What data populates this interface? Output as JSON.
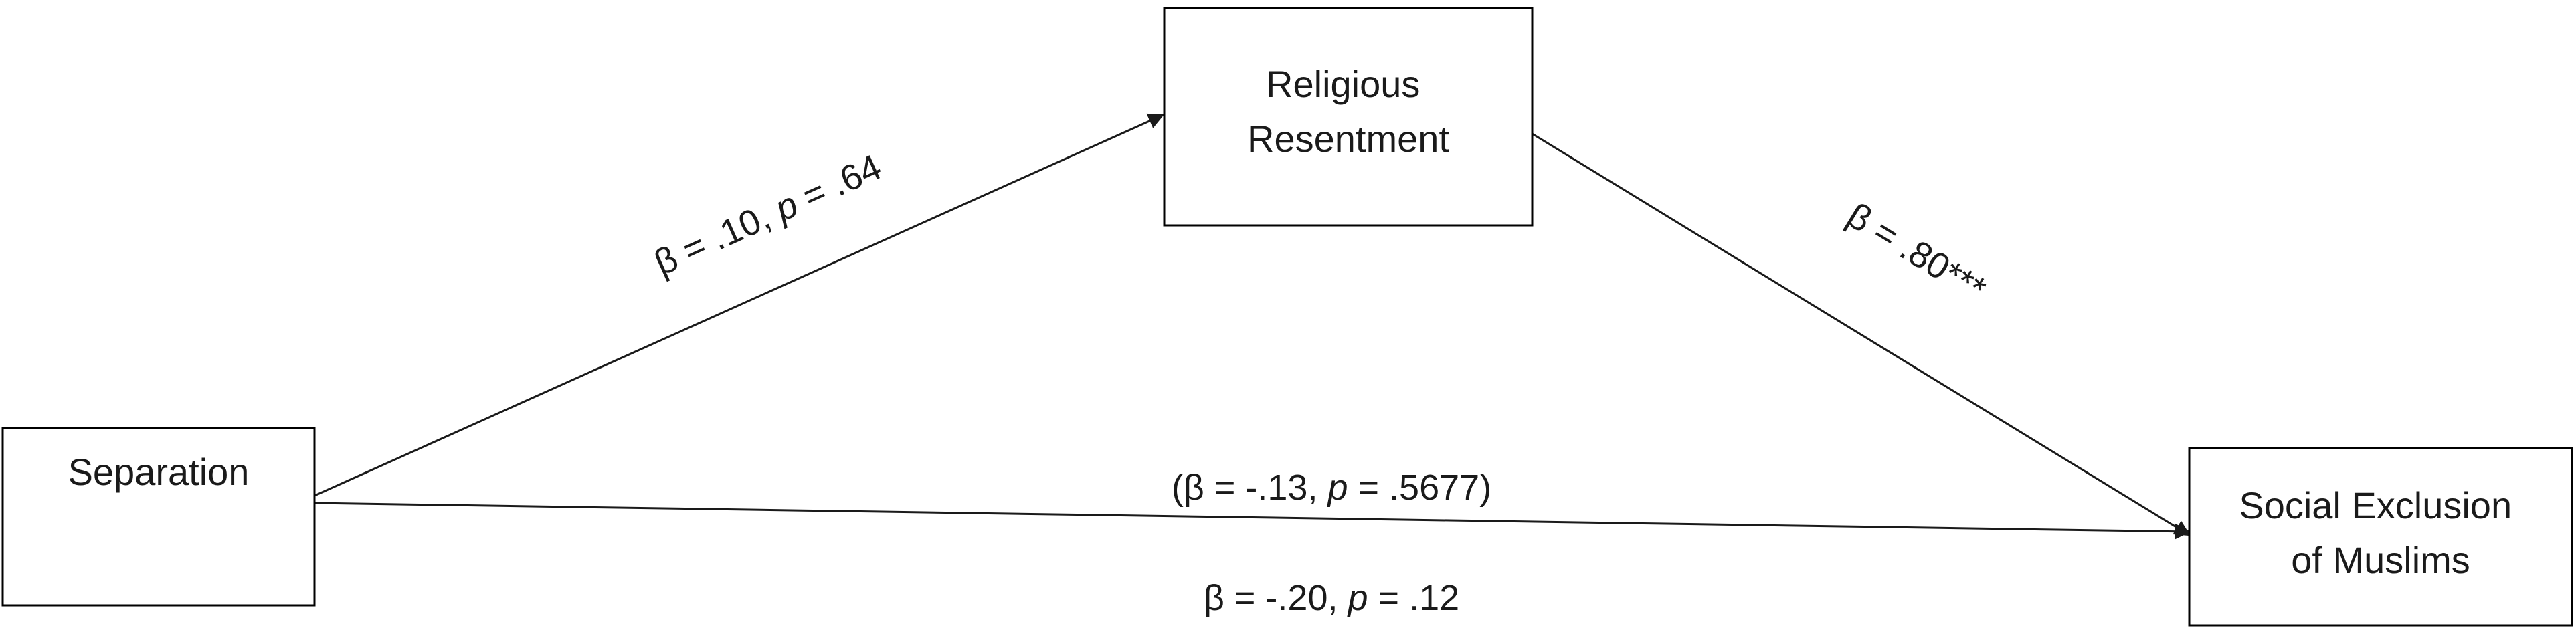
{
  "nodes": {
    "separation": {
      "lines": [
        "Separation"
      ]
    },
    "resentment": {
      "lines": [
        "Religious",
        "Resentment"
      ]
    },
    "exclusion": {
      "lines": [
        "Social Exclusion",
        "of Muslims"
      ]
    }
  },
  "edges": {
    "a_path": {
      "pre": "β = .10, ",
      "italic": "p",
      "post": " = .64"
    },
    "b_path": {
      "pre": "β = .80***",
      "italic": "",
      "post": ""
    },
    "direct_path": {
      "pre": "(β = -.13, ",
      "italic": "p",
      "post": " = .5677)"
    },
    "total_path": {
      "pre": "β = -.20, ",
      "italic": "p",
      "post": " = .12"
    }
  },
  "colors": {
    "box_stroke": "#000000",
    "arrow": "#1a1a1a",
    "text": "#1a1a1a",
    "background": "#ffffff"
  }
}
